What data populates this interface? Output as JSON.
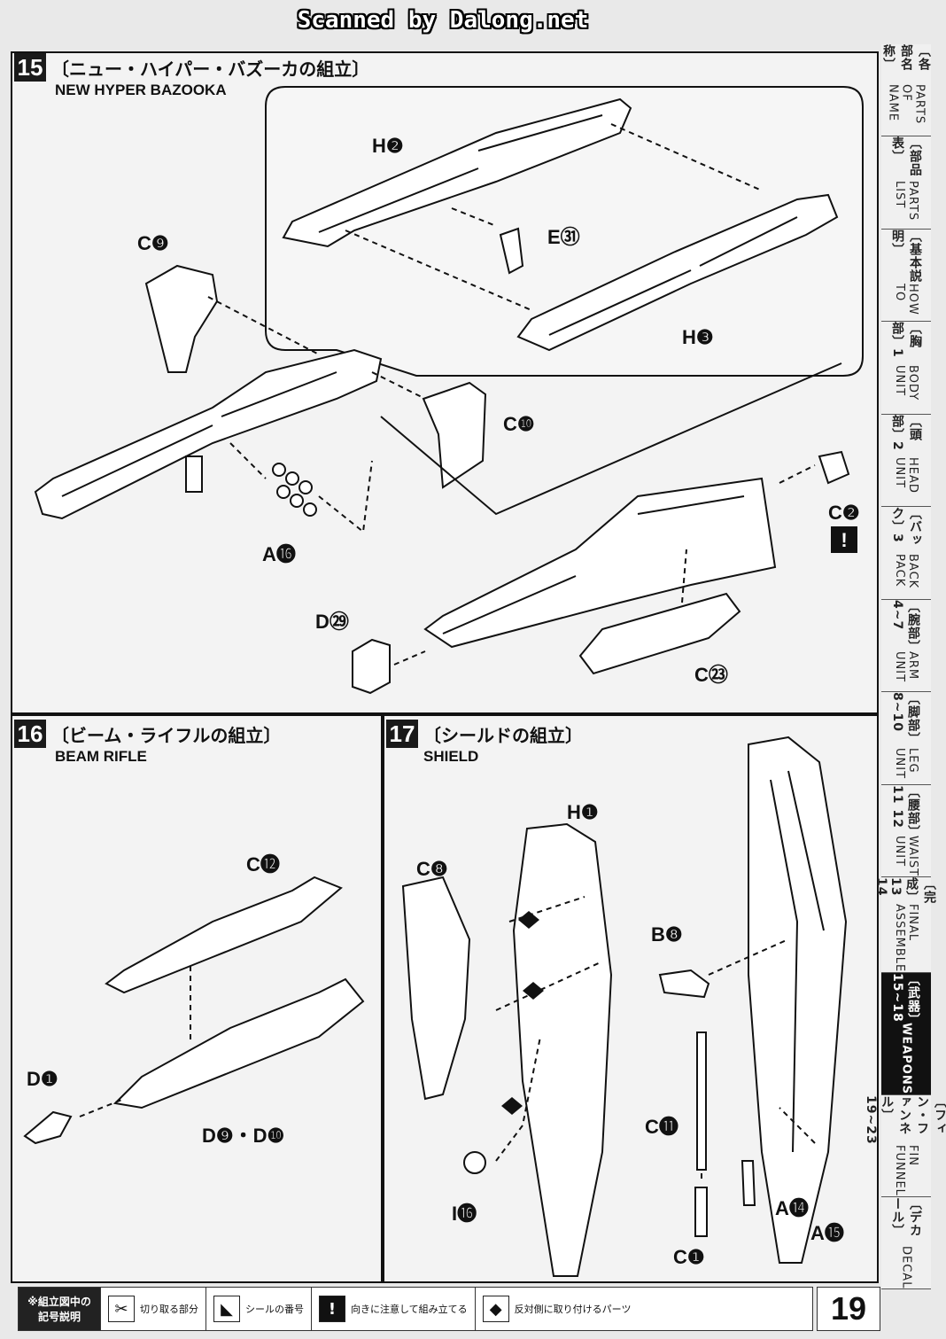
{
  "banner": "Scanned by Dalong.net",
  "steps": {
    "s15": {
      "num": "15",
      "title_jp": "〔ニュー・ハイパー・バズーカの組立〕",
      "title_en": "NEW HYPER BAZOOKA"
    },
    "s16": {
      "num": "16",
      "title_jp": "〔ビーム・ライフルの組立〕",
      "title_en": "BEAM RIFLE"
    },
    "s17": {
      "num": "17",
      "title_jp": "〔シールドの組立〕",
      "title_en": "SHIELD"
    }
  },
  "part_labels": {
    "h2": "H❷",
    "e31": "E㉛",
    "h3": "H❸",
    "c9": "C❾",
    "c10": "C❿",
    "a16": "A⓰",
    "c2": "C❷",
    "d29": "D㉙",
    "c23": "C㉓",
    "c12": "C⓬",
    "d1": "D❶",
    "d9d10": "D❾・D❿",
    "h1": "H❶",
    "c8": "C❽",
    "b8": "B❽",
    "c11": "C⓫",
    "i16": "I⓰",
    "a14": "A⓮",
    "a15": "A⓯",
    "c1": "C❶"
  },
  "tabs": [
    {
      "jp": "〔各部名称〕",
      "en": "PARTS OF NAME"
    },
    {
      "jp": "〔部品表〕",
      "en": "PARTS LIST"
    },
    {
      "jp": "〔基本説明〕",
      "en": "HOW TO"
    },
    {
      "jp": "〔胸部〕1",
      "en": "BODY UNIT"
    },
    {
      "jp": "〔頭部〕2",
      "en": "HEAD UNIT"
    },
    {
      "jp": "〔バック〕3",
      "en": "BACK PACK"
    },
    {
      "jp": "〔腕部〕4~7",
      "en": "ARM UNIT"
    },
    {
      "jp": "〔脚部〕8~10",
      "en": "LEG UNIT"
    },
    {
      "jp": "〔腰部〕11 12",
      "en": "WAIST UNIT"
    },
    {
      "jp": "〔完成〕13 14",
      "en": "FINAL ASSEMBLE"
    },
    {
      "jp": "〔武器〕15~18",
      "en": "WEAPONS"
    },
    {
      "jp": "〔フィン・ファンネル〕19~23",
      "en": "FIN FUNNEL"
    },
    {
      "jp": "〔デカール〕",
      "en": "DECAL"
    }
  ],
  "legend": {
    "header": "※組立図中の記号説明",
    "cut": "切り取る部分",
    "seal": "シールの番号",
    "caution": "向きに注意して組み立てる",
    "opposite": "反対側に取り付けるパーツ"
  },
  "page_number": "19"
}
